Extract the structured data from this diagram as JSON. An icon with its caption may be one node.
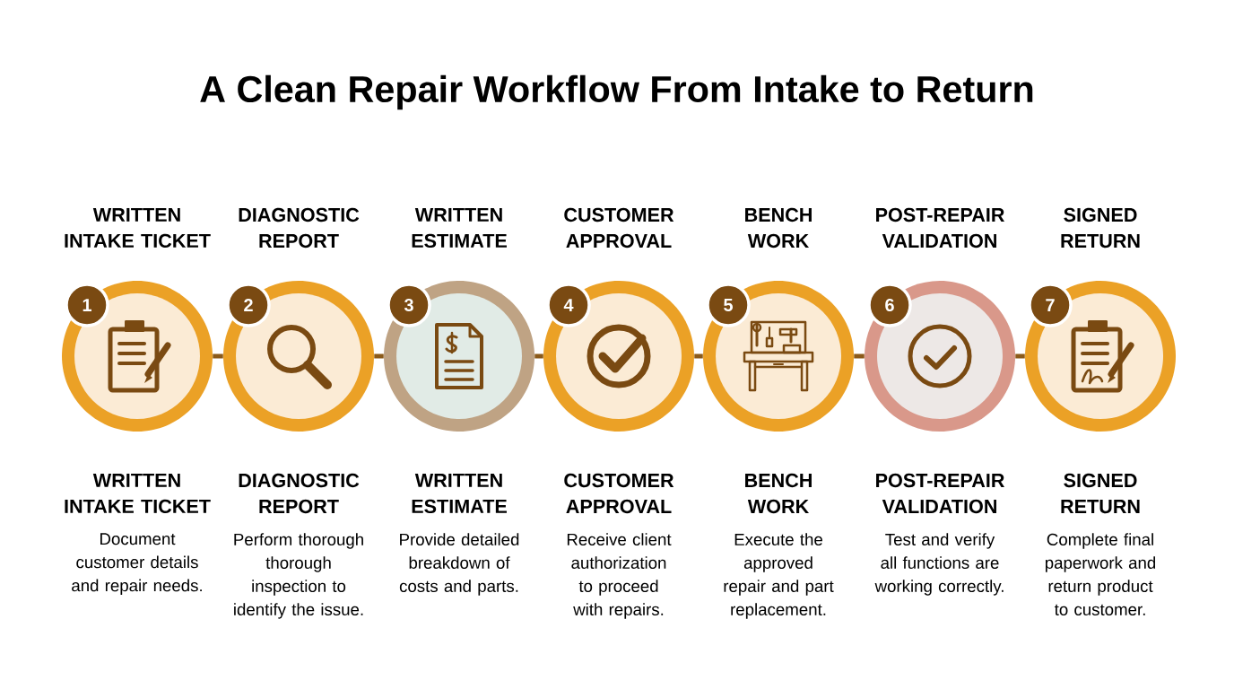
{
  "diagram": {
    "title": "A Clean Repair Workflow From Intake to Return",
    "nodes": [
      {
        "text": [
          "1"
        ],
        "beside": [
          "WRITTEN INTAKE TICKET",
          "WRITTEN INTAKE TICKET",
          "Document customer details and repair needs."
        ]
      },
      {
        "text": [
          "2"
        ],
        "beside": [
          "DIAGNOSTIC REPORT",
          "DIAGNOSTIC REPORT",
          "Perform thorough thorough inspection to identify the issue."
        ]
      },
      {
        "text": [
          "3"
        ],
        "beside": [
          "WRITTEN ESTIMATE",
          "WRITTEN ESTIMATE",
          "Provide detailed breakdown of costs and parts."
        ]
      },
      {
        "text": [
          "4"
        ],
        "beside": [
          "CUSTOMER APPROVAL",
          "CUSTOMER APPROVAL",
          "Receive client authorization to proceed with repairs."
        ]
      },
      {
        "text": [
          "5"
        ],
        "beside": [
          "BENCH WORK",
          "BENCH WORK",
          "Execute the approved repair and part replacement."
        ]
      },
      {
        "text": [
          "6"
        ],
        "beside": [
          "POST-REPAIR VALIDATION",
          "POST-REPAIR VALIDATION",
          "Test and verify all functions are working correctly."
        ]
      },
      {
        "text": [
          "7"
        ],
        "beside": [
          "SIGNED RETURN",
          "SIGNED RETURN",
          "Complete final paperwork and return product to customer."
        ]
      }
    ],
    "edges": [
      {
        "from": 0,
        "to": 1,
        "arrow": "none"
      },
      {
        "from": 1,
        "to": 2,
        "arrow": "none"
      },
      {
        "from": 2,
        "to": 3,
        "arrow": "none"
      },
      {
        "from": 3,
        "to": 4,
        "arrow": "none"
      },
      {
        "from": 4,
        "to": 5,
        "arrow": "none"
      },
      {
        "from": 5,
        "to": 6,
        "arrow": "none"
      }
    ]
  }
}
